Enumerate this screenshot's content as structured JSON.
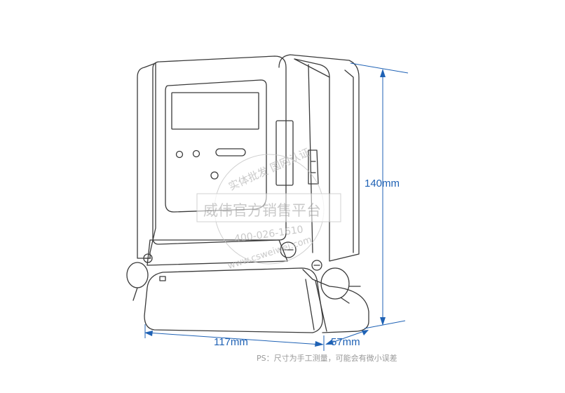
{
  "dimensions": {
    "height_label": "140mm",
    "width_label": "117mm",
    "depth_label": "57mm"
  },
  "note": "PS：尺寸为手工测量，可能会有微小误差",
  "watermark": {
    "brand": "威伟官方销售平台",
    "top_arc": "实体批发 国网认证",
    "phone": "400-026-1610",
    "url": "www.csweiwei.com"
  },
  "colors": {
    "dimension": "#1f62b5",
    "outline": "#3a3a3a",
    "watermark": "#b8b8b8",
    "note": "#999999"
  }
}
